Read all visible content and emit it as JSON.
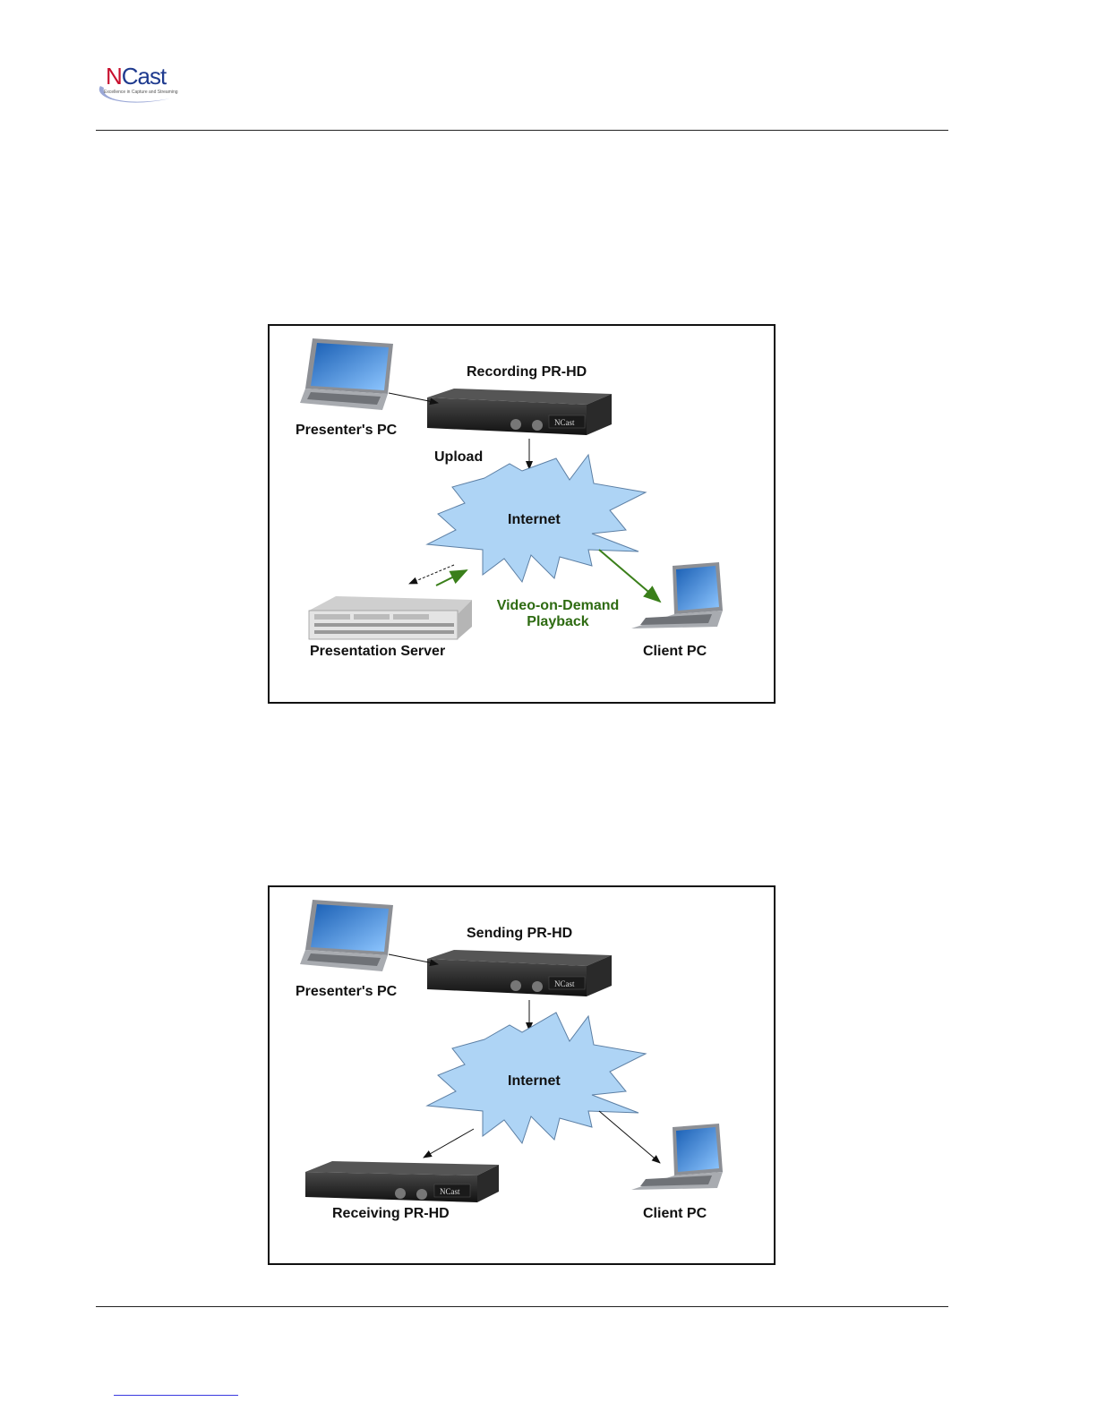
{
  "header": {
    "logo": {
      "brand_letter": "N",
      "brand_rest": "Cast",
      "tagline": "Excellence in Capture and Streaming"
    }
  },
  "diagram_vod": {
    "presenter_pc": "Presenter's  PC",
    "recording_device": "Recording PR-HD",
    "upload": "Upload",
    "internet": "Internet",
    "vod_line1": "Video-on-Demand",
    "vod_line2": "Playback",
    "presentation_server": "Presentation Server",
    "client_pc": "Client PC",
    "device_brand": "NCast"
  },
  "diagram_live": {
    "presenter_pc": "Presenter's  PC",
    "sending_device": "Sending PR-HD",
    "internet": "Internet",
    "receiving_device": "Receiving PR-HD",
    "client_pc": "Client PC",
    "device_brand": "NCast"
  },
  "colors": {
    "cloud_fill": "#aed4f5",
    "cloud_stroke": "#5c7fa4",
    "green_arrow": "#3a7f1a",
    "green_text": "#2e6b12",
    "brand_red": "#c8102e",
    "brand_blue": "#1f3b8f"
  }
}
